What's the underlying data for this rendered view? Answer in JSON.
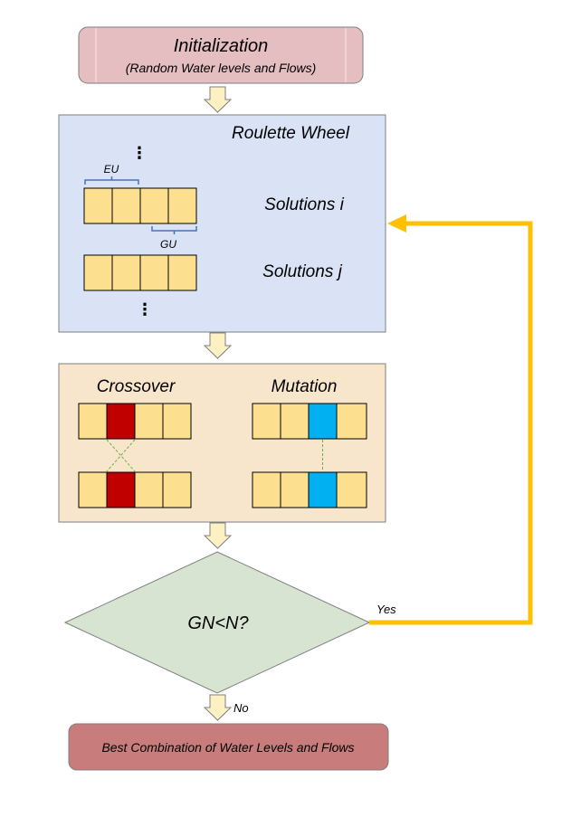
{
  "init": {
    "title": "Initialization",
    "subtitle": "(Random Water levels and Flows)"
  },
  "roulette": {
    "title": "Roulette Wheel",
    "solution_i": "Solutions i",
    "solution_j": "Solutions j",
    "eu_label": "EU",
    "gu_label": "GU",
    "ellipsis": "⋮"
  },
  "operators": {
    "crossover": "Crossover",
    "mutation": "Mutation"
  },
  "decision": {
    "label": "GN<N?",
    "yes": "Yes",
    "no": "No"
  },
  "result": {
    "label": "Best Combination of Water Levels and Flows"
  },
  "colors": {
    "init_fill": "#e5bec1",
    "roulette_fill": "#dae3f5",
    "operators_fill": "#f8e6cc",
    "decision_fill": "#d6e4d1",
    "result_fill": "#c87c7b",
    "gene_fill": "#fde08f",
    "crossover_gene": "#c00000",
    "mutation_gene": "#00b0f0",
    "loop_arrow": "#ffc000",
    "bracket": "#4472c4"
  }
}
